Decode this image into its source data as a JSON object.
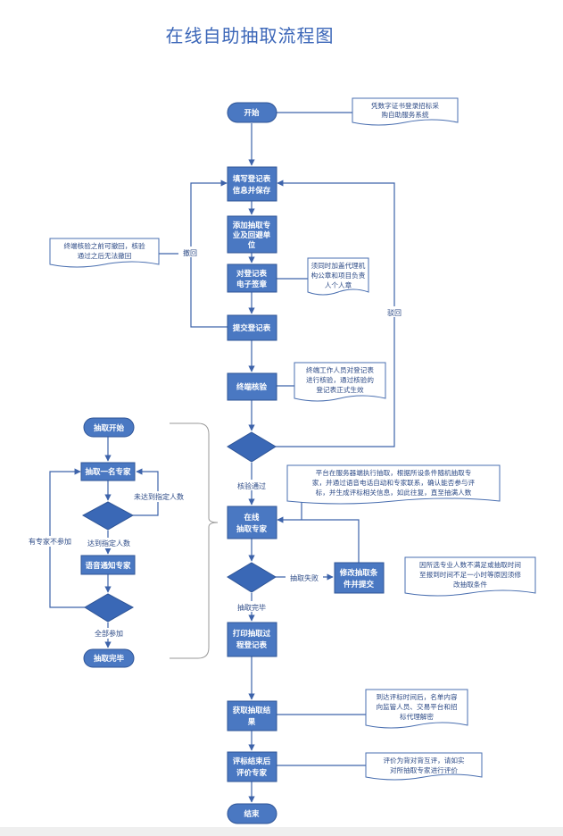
{
  "title": "在线自助抽取流程图",
  "nodes": {
    "start": "开始",
    "fill_form": [
      "填写登记表",
      "信息并保存"
    ],
    "add_expert": [
      "添加抽取专",
      "业及回避单",
      "位"
    ],
    "sign_form": [
      "对登记表",
      "电子签章"
    ],
    "submit_form": "提交登记表",
    "terminal_check": "终端核验",
    "online_extract": [
      "在线",
      "抽取专家"
    ],
    "modify_cond": [
      "修改抽取条",
      "件并提交"
    ],
    "print_form": [
      "打印抽取过",
      "程登记表"
    ],
    "get_result": [
      "获取抽取结",
      "果"
    ],
    "evaluate": [
      "评标结束后",
      "评价专家"
    ],
    "end": "结束"
  },
  "notes": {
    "cert_login": [
      "凭数字证书登录招标采",
      "购自助服务系统"
    ],
    "withdraw_rule": [
      "终端核验之前可撤回，核验",
      "通过之后无法撤回"
    ],
    "seal": [
      "须同时加盖代理机",
      "构公章和项目负责",
      "人个人章"
    ],
    "staff_check": [
      "终端工作人员对登记表",
      "进行核验，通过核验的",
      "登记表正式生效"
    ],
    "platform": [
      "平台在服务器端执行抽取，根据所设条件随机抽取专",
      "家，并通过语音电话自动和专家联系，确认能否参与评",
      "标，并生成评标相关信息，如此往复，直至抽满人数"
    ],
    "insufficient": [
      "因所选专业人数不满足或抽取时间",
      "至报到时间不足一小时等原因须修",
      "改抽取条件"
    ],
    "result_notice": [
      "到达评标时间后，名单内容",
      "向监管人员、交易平台和招",
      "标代理解密"
    ],
    "evaluate_note": [
      "评价为背对背互评，请如实",
      "对所抽取专家进行评价"
    ]
  },
  "labels": {
    "withdraw": "撤回",
    "reject": "驳回",
    "check_pass": "核验通过",
    "extract_fail": "抽取失败",
    "extract_done": "抽取完毕"
  },
  "sub": {
    "start": "抽取开始",
    "extract_one": "抽取一名专家",
    "not_reached": "未达到指定人数",
    "reached": "达到指定人数",
    "notify": "语音通知专家",
    "not_attend": "有专家不参加",
    "all_attend": "全部参加",
    "done": "抽取完毕"
  },
  "colors": {
    "shape_fill": "#4a78c2",
    "line": "#3d63aa",
    "title": "#3b66b8"
  }
}
